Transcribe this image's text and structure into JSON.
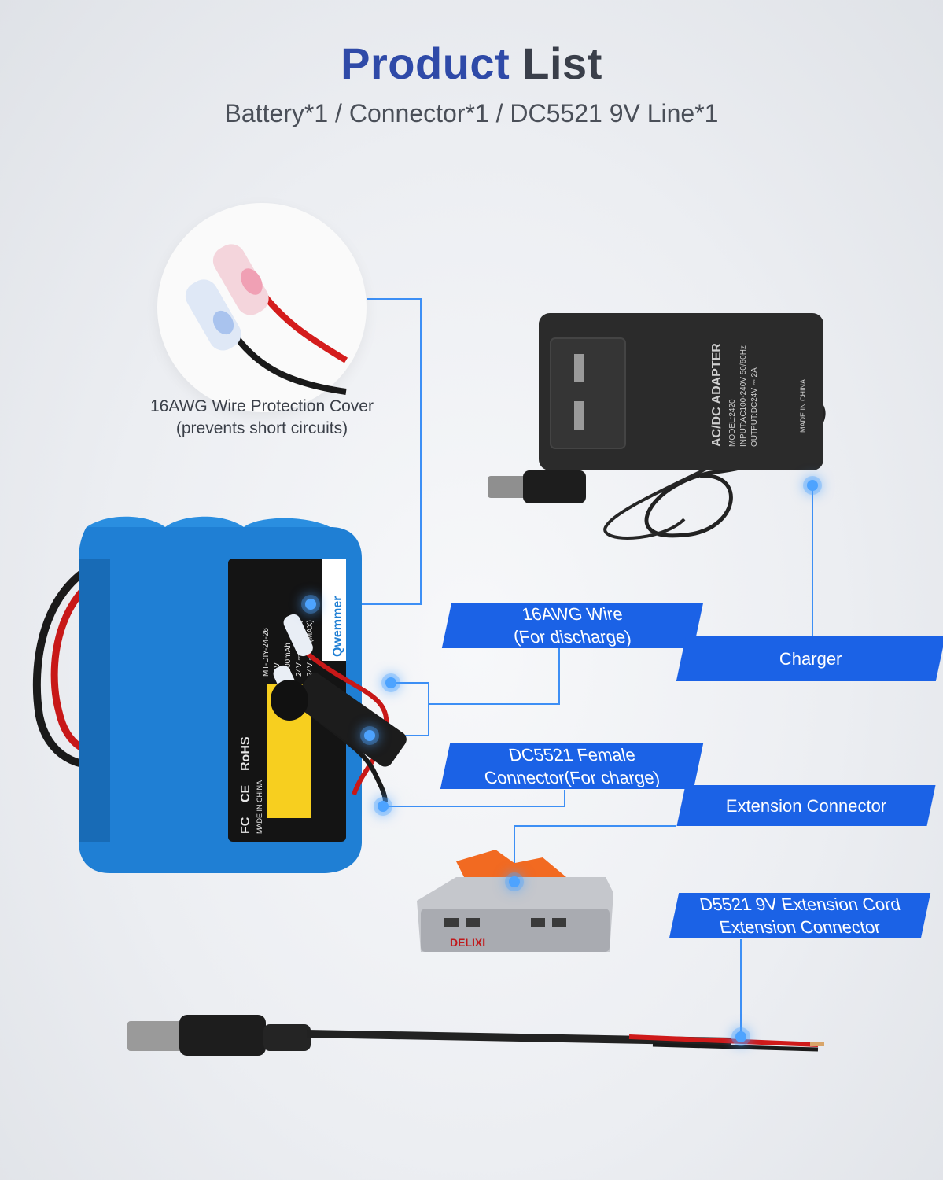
{
  "header": {
    "title_word1": "Product",
    "title_word2": "List",
    "subtitle": "Battery*1 / Connector*1 / DC5521 9V Line*1"
  },
  "labels": {
    "wire_cover_line1": "16AWG Wire Protection Cover",
    "wire_cover_line2": "(prevents short circuits)",
    "wire_line1": "16AWG Wire",
    "wire_line2": "(For discharge)",
    "charger": "Charger",
    "female_line1": "DC5521 Female",
    "female_line2": "Connector(For charge)",
    "extension_connector": "Extension Connector",
    "cord_line1": "D5521 9V Extension Cord",
    "cord_line2": "Extension Connector"
  },
  "product_text": {
    "adapter_title": "AC/DC ADAPTER",
    "adapter_model": "MODEL:2420",
    "adapter_input": "INPUT:AC100-240V 50/60Hz",
    "adapter_output": "OUTPUT:DC24V ⎓ 2A",
    "adapter_origin": "MADE IN CHINA",
    "connector_brand": "DELIXI",
    "battery_brand": "Qwemmer",
    "battery_cert_fc": "FC",
    "battery_cert_ce": "CE",
    "battery_cert_rohs": "RoHS",
    "battery_model": "MT-DIY-24-26",
    "battery_voltage": "24V",
    "battery_capacity": "2600mAh",
    "battery_input": "24V ⎓ 2A(MAX)",
    "battery_output": "24V ⎓ 6A(MAX)",
    "battery_origin": "MADE IN CHINA"
  },
  "colors": {
    "title_blue": "#2f4aa8",
    "tag_blue": "#1b62e6",
    "battery_blue": "#1f7fd4",
    "wire_red": "#d41c1c"
  }
}
